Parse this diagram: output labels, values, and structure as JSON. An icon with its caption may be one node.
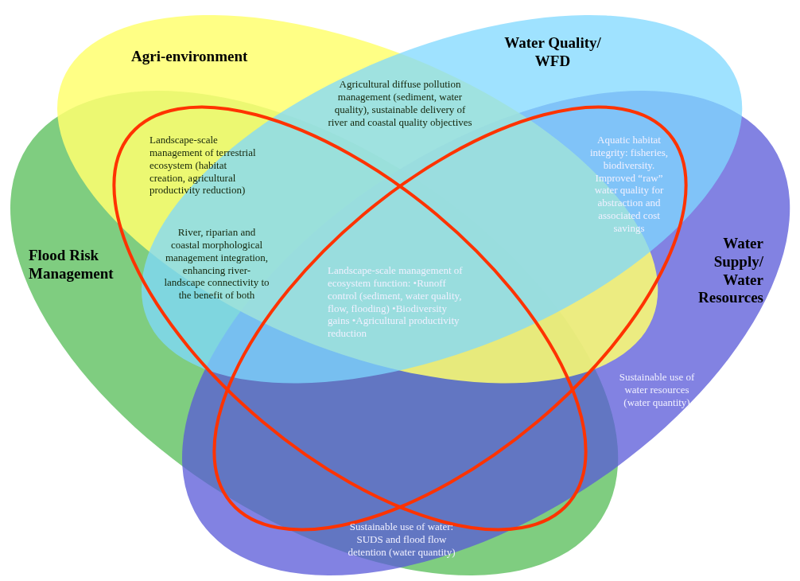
{
  "diagram": {
    "nodes": [
      {
        "text": [
          "Flood Risk Management"
        ]
      },
      {
        "text": [
          "Water Supply/ Water Resources"
        ]
      },
      {
        "text": [
          "Agri-environment"
        ]
      },
      {
        "text": [
          "Water Quality/ WFD"
        ]
      }
    ],
    "labels": [
      "Landscape-scale management of terrestrial ecosystem (habitat creation, agricultural productivity reduction)",
      "Agricultural diffuse pollution management (sediment, water quality), sustainable delivery of river and coastal quality objectives",
      "Aquatic habitat integrity: fisheries, biodiversity. Improved “raw” water quality for abstraction and associated cost savings",
      "River, riparian and coastal morphological management integration, enhancing river-landscape connectivity to the benefit of both",
      "Landscape-scale management of ecosystem function: •Runoff control (sediment, water quality, flow, flooding) •Biodiversity gains •Agricultural productivity reduction",
      "Sustainable use of water resources (water quantity)",
      "Sustainable use of water: SUDS and flood flow detention (water quantity)"
    ]
  }
}
